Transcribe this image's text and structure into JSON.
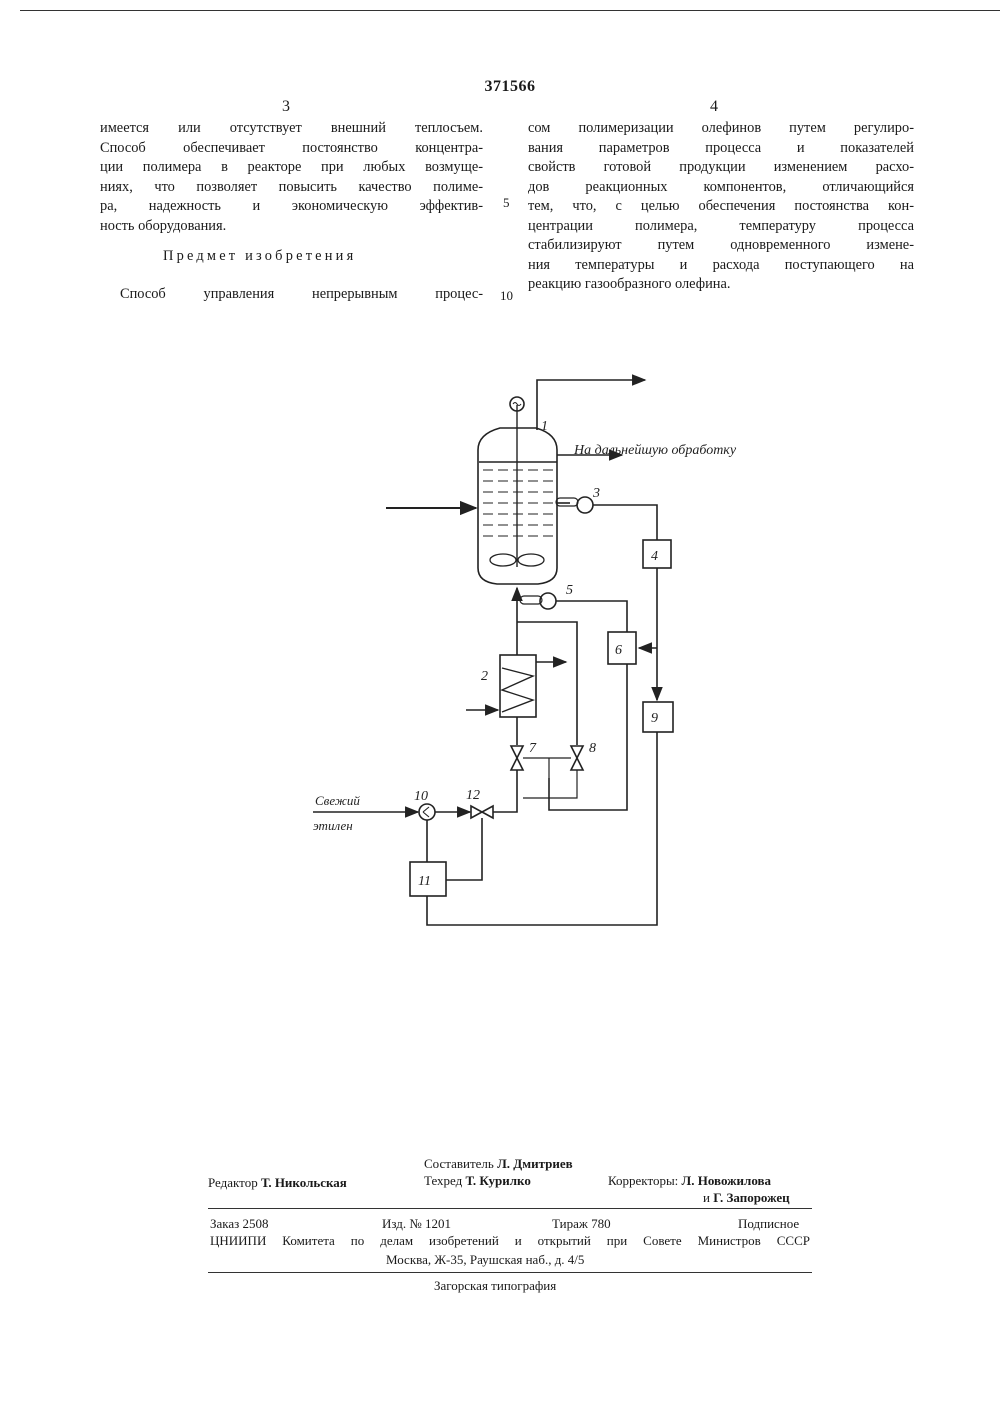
{
  "header": {
    "patent_number": "371566",
    "left_col_no": "3",
    "right_col_no": "4"
  },
  "left_column": {
    "lines": [
      "имеется или отсутствует внешний теплосъем.",
      "Способ обеспечивает постоянство концентра-",
      "ции полимера в реакторе при любых возмуще-",
      "ниях, что позволяет повысить качество полиме-",
      "ра, надежность и экономическую эффектив-",
      "ность оборудования."
    ],
    "heading": "Предмет изобретения",
    "claim_start": "Способ управления непрерывным процес-"
  },
  "line_numbers": [
    "5",
    "10"
  ],
  "right_column": {
    "lines": [
      "сом полимеризации олефинов путем регулиро-",
      "вания параметров процесса и показателей",
      "свойств готовой продукции изменением расхо-",
      "дов реакционных компонентов, отличающийся",
      "тем, что, с целью обеспечения постоянства кон-",
      "центрации полимера, температуру процесса",
      "стабилизируют путем одновременного измене-",
      "ния температуры и расхода поступающего на",
      "реакцию газообразного олефина."
    ]
  },
  "diagram": {
    "labels": {
      "reactor": "1",
      "heat_exchanger": "2",
      "sensor_3": "3",
      "block_4": "4",
      "sensor_5": "5",
      "block_6": "6",
      "valve_7": "7",
      "valve_8": "8",
      "block_9": "9",
      "sensor_10": "10",
      "block_11": "11",
      "valve_12": "12"
    },
    "outlet_label": "На дальнейшую обработку",
    "inlet_label_1": "Свежий",
    "inlet_label_2": "этилен"
  },
  "imprint": {
    "compiler_label": "Составитель",
    "compiler_name": "Л. Дмитриев",
    "editor_label": "Редактор",
    "editor_name": "Т. Никольская",
    "techred_label": "Техред",
    "techred_name": "Т. Курилко",
    "correctors_label": "Корректоры:",
    "corrector_1": "Л. Новожилова",
    "corrector_2_prefix": "и",
    "corrector_2": "Г. Запорожец",
    "order": "Заказ 2508",
    "edition": "Изд. № 1201",
    "circulation": "Тираж 780",
    "subscription": "Подписное",
    "publisher_line1": "ЦНИИПИ Комитета по делам изобретений и открытий при Совете Министров СССР",
    "publisher_line2": "Москва, Ж-35, Раушская наб., д. 4/5",
    "printer": "Загорская типография"
  }
}
